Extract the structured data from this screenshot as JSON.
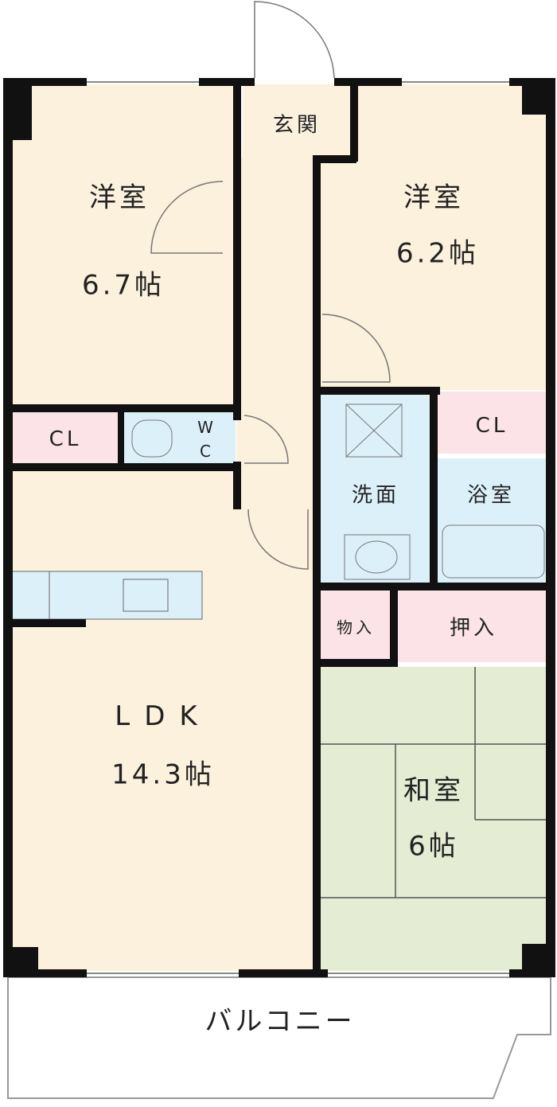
{
  "colors": {
    "room": "#fcf1dc",
    "closet": "#fbe3e8",
    "wet": "#dcf0f9",
    "tatami": "#e4ecd4",
    "wall": "#111111"
  },
  "rooms": {
    "west_bedroom": {
      "name": "洋室",
      "size": "6.7帖"
    },
    "east_bedroom": {
      "name": "洋室",
      "size": "6.2帖"
    },
    "entrance": {
      "name": "玄関"
    },
    "closet_left": {
      "name": "CL"
    },
    "closet_right": {
      "name": "CL"
    },
    "toilet": {
      "name_top": "W",
      "name_bottom": "C"
    },
    "washroom": {
      "name": "洗面"
    },
    "bathroom": {
      "name": "浴室"
    },
    "storage": {
      "name": "物入"
    },
    "oshiire": {
      "name": "押入"
    },
    "ldk": {
      "name": "LDK",
      "size": "14.3帖"
    },
    "washitsu": {
      "name": "和室",
      "size": "6帖"
    },
    "balcony": {
      "name": "バルコニー"
    }
  }
}
